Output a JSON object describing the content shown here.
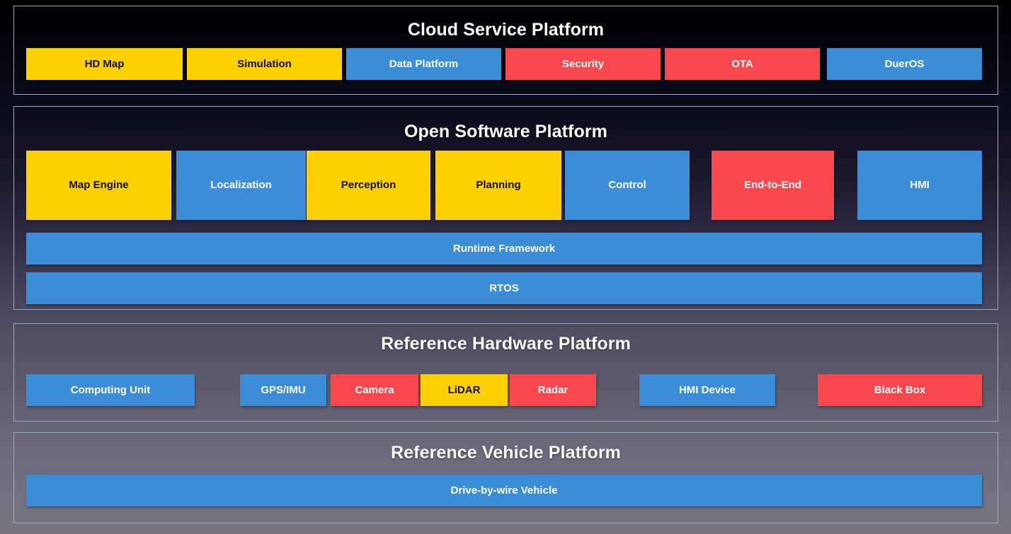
{
  "colors": {
    "blue": "#3b8dd8",
    "yellow": "#ffd000",
    "red": "#f9484e",
    "panel_border": "#94aacd",
    "title_text": "#ffffff"
  },
  "layers": [
    {
      "id": "cloud-service-platform",
      "title": "Cloud Service Platform",
      "boxes": [
        {
          "label": "HD Map",
          "color": "yellow"
        },
        {
          "label": "Simulation",
          "color": "yellow"
        },
        {
          "label": "Data Platform",
          "color": "blue"
        },
        {
          "label": "Security",
          "color": "red"
        },
        {
          "label": "OTA",
          "color": "red"
        },
        {
          "label": "DuerOS",
          "color": "blue"
        }
      ]
    },
    {
      "id": "open-software-platform",
      "title": "Open Software Platform",
      "modules": [
        {
          "label": "Map Engine",
          "color": "yellow"
        },
        {
          "label": "Localization",
          "color": "blue"
        },
        {
          "label": "Perception",
          "color": "yellow"
        },
        {
          "label": "Planning",
          "color": "yellow"
        },
        {
          "label": "Control",
          "color": "blue"
        },
        {
          "label": "End-to-End",
          "color": "red"
        },
        {
          "label": "HMI",
          "color": "blue"
        }
      ],
      "bars": [
        {
          "label": "Runtime Framework",
          "color": "blue"
        },
        {
          "label": "RTOS",
          "color": "blue"
        }
      ]
    },
    {
      "id": "reference-hardware-platform",
      "title": "Reference Hardware Platform",
      "boxes": [
        {
          "label": "Computing Unit",
          "color": "blue"
        },
        {
          "label": "GPS/IMU",
          "color": "blue"
        },
        {
          "label": "Camera",
          "color": "red"
        },
        {
          "label": "LiDAR",
          "color": "yellow"
        },
        {
          "label": "Radar",
          "color": "red"
        },
        {
          "label": "HMI Device",
          "color": "blue"
        },
        {
          "label": "Black Box",
          "color": "red"
        }
      ]
    },
    {
      "id": "reference-vehicle-platform",
      "title": "Reference Vehicle Platform",
      "boxes": [
        {
          "label": "Drive-by-wire Vehicle",
          "color": "blue"
        }
      ]
    }
  ]
}
